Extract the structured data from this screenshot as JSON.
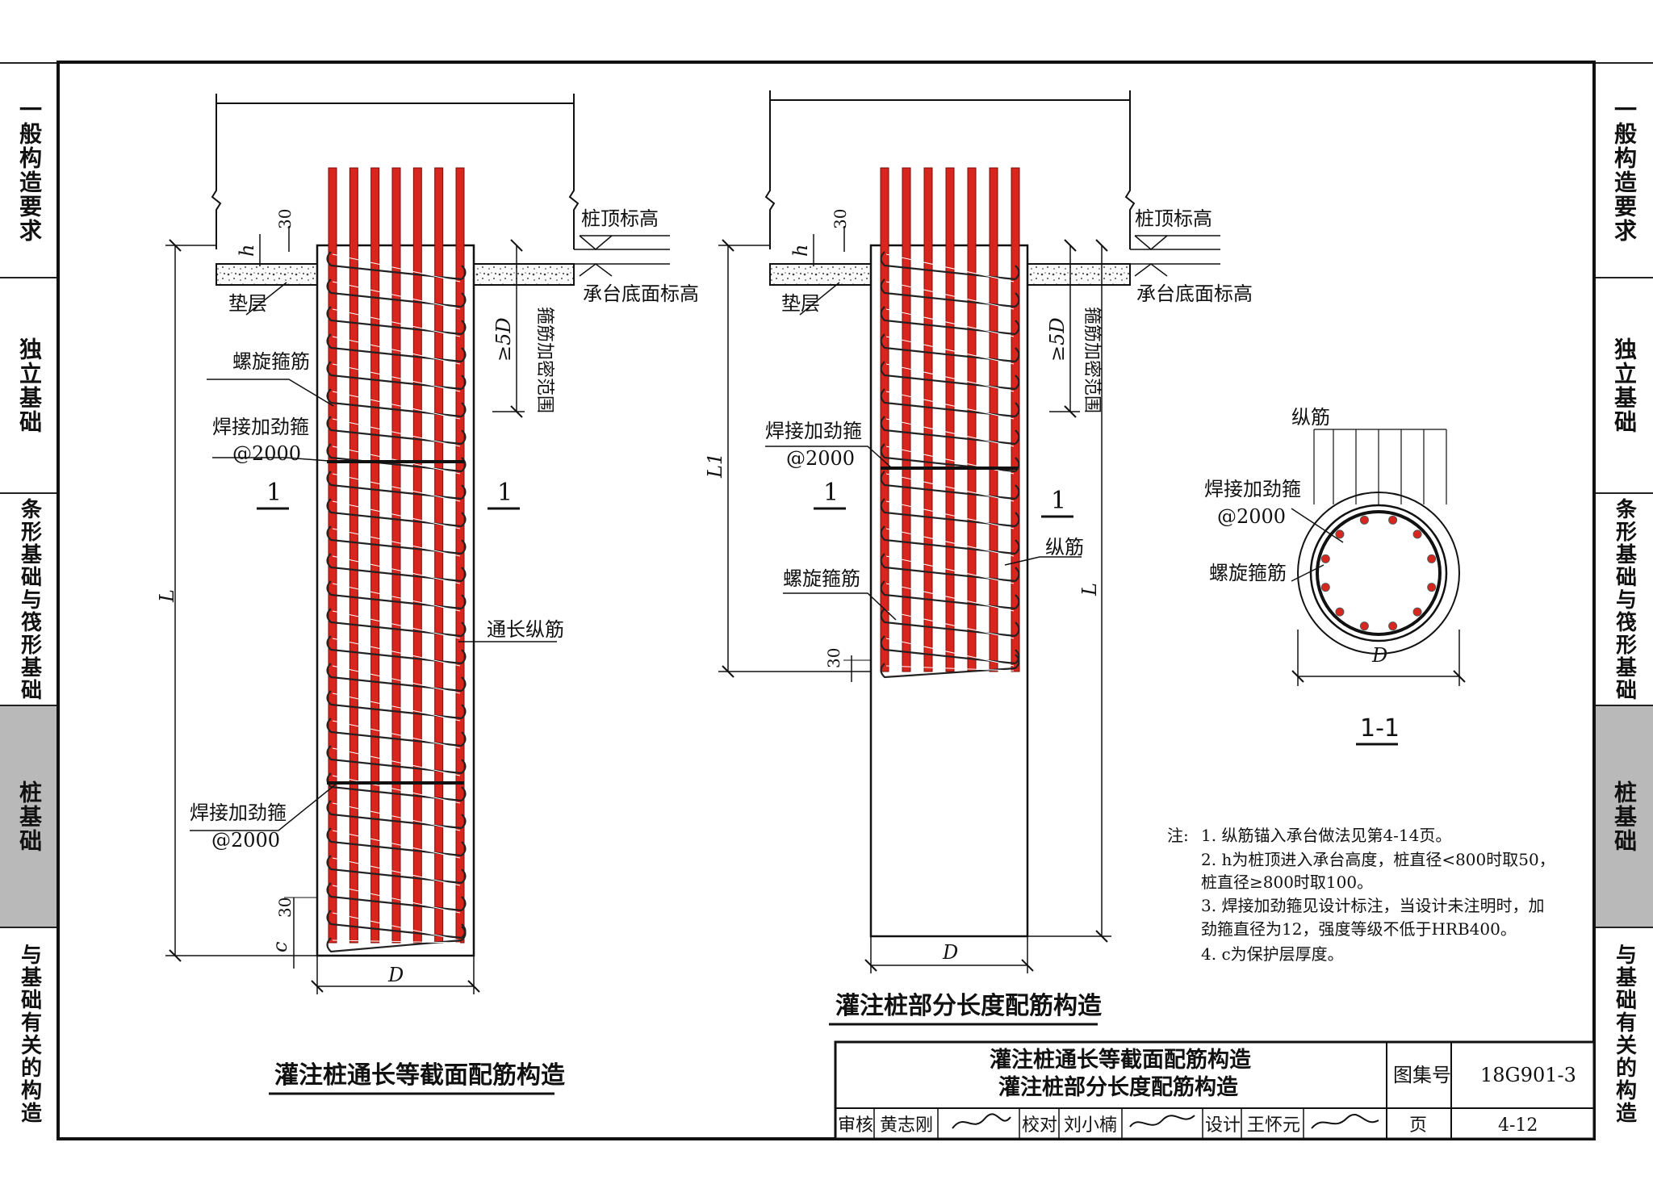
{
  "side_tabs": [
    {
      "text": "一般构造要求",
      "active": false
    },
    {
      "text": "独立基础",
      "active": false
    },
    {
      "text": "条形基础与筏形基础",
      "active": false
    },
    {
      "text": "桩基础",
      "active": true
    },
    {
      "text": "与基础有关的构造",
      "active": false
    }
  ],
  "left_fig": {
    "title": "灌注桩通长等截面配筋构造",
    "pile_top_elev": "桩顶标高",
    "cap_bottom_elev": "承台底面标高",
    "cushion": "垫层",
    "spiral": "螺旋箍筋",
    "weld_hoop": "焊接加劲箍",
    "weld_spacing": "@2000",
    "section_mark": "1",
    "through_bars": "通长纵筋",
    "dense_zone": "箍筋加密范围",
    "dense_len": "≥5D",
    "dim_h": "h",
    "dim_30": "30",
    "dim_L": "L",
    "dim_c": "c",
    "dim_D": "D"
  },
  "right_fig": {
    "title": "灌注桩部分长度配筋构造",
    "pile_top_elev": "桩顶标高",
    "cap_bottom_elev": "承台底面标高",
    "cushion": "垫层",
    "weld_hoop": "焊接加劲箍",
    "weld_spacing": "@2000",
    "section_mark": "1",
    "long_bar": "纵筋",
    "spiral": "螺旋箍筋",
    "dense_zone": "箍筋加密范围",
    "dense_len": "≥5D",
    "dim_h": "h",
    "dim_30": "30",
    "dim_L1": "L1",
    "dim_L": "L",
    "dim_D": "D"
  },
  "section": {
    "long_bar": "纵筋",
    "weld_hoop": "焊接加劲箍",
    "weld_spacing": "@2000",
    "spiral": "螺旋箍筋",
    "dim_D": "D",
    "title": "1-1"
  },
  "notes": {
    "label": "注:",
    "items": [
      "1. 纵筋锚入承台做法见第4-14页。",
      "2. h为桩顶进入承台高度，桩直径<800时取50，",
      "   桩直径≥800时取100。",
      "3. 焊接加劲箍见设计标注，当设计未注明时，加",
      "   劲箍直径为12，强度等级不低于HRB400。",
      "4. c为保护层厚度。"
    ]
  },
  "title_block": {
    "title_line1": "灌注桩通长等截面配筋构造",
    "title_line2": "灌注桩部分长度配筋构造",
    "atlas_label": "图集号",
    "atlas_no": "18G901-3",
    "reviewer_role": "审核",
    "reviewer": "黄志刚",
    "checker_role": "校对",
    "checker": "刘小楠",
    "designer_role": "设计",
    "designer": "王怀元",
    "page_label": "页",
    "page_no": "4-12"
  },
  "colors": {
    "rebar": "#d8251d",
    "tab_active": "#b9b9b9",
    "line": "#111111"
  }
}
